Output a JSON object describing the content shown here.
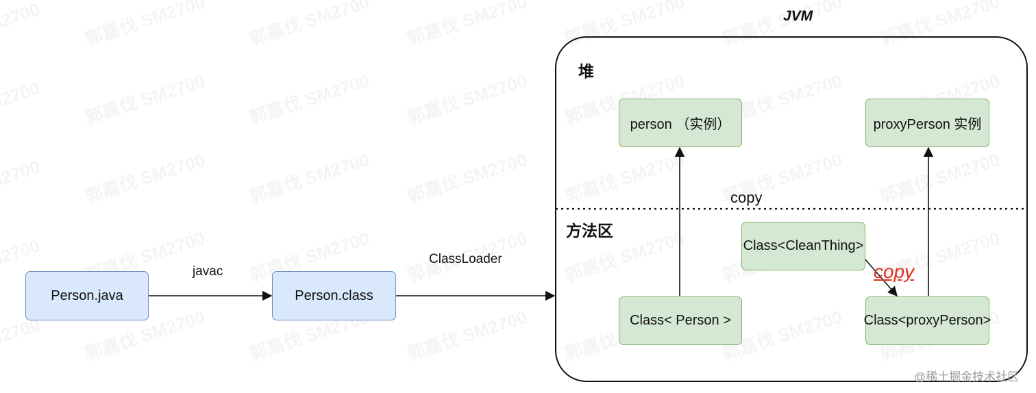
{
  "diagram": {
    "jvm_title": "JVM",
    "heap_title": "堆",
    "method_area_title": "方法区",
    "boxes": {
      "person_java": "Person.java",
      "person_class": "Person.class",
      "person_instance": "person （实例）",
      "proxy_instance": "proxyPerson 实例",
      "class_cleanthing": "Class<CleanThing>",
      "class_person": "Class< Person >",
      "class_proxyperson": "Class<proxyPerson>"
    },
    "edge_labels": {
      "javac": "javac",
      "classloader": "ClassLoader",
      "copy_black": "copy",
      "copy_red": "copy"
    },
    "colors": {
      "blue_fill": "#dae8fc",
      "blue_stroke": "#6c8ebf",
      "green_fill": "#d5e8d4",
      "green_stroke": "#82b366",
      "copy_red": "#e0301e"
    }
  },
  "watermark": {
    "repeated": [
      "郭嘉伐 SM2700",
      "M2700"
    ],
    "corner_text": "@稀土掘金技术社区"
  }
}
